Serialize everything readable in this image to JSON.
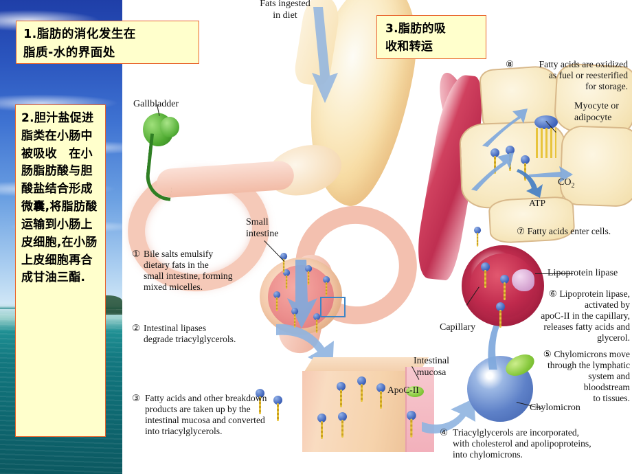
{
  "slide": {
    "title": "Lipid digestion and absorption overview slide",
    "accent_border": "#E8622A",
    "callout_bg": "#FFFFCC",
    "annotation_color": "#3d85c6"
  },
  "callouts": [
    {
      "id": "callout-1",
      "line1": "1.脂肪的消化发生在",
      "line2": "脂质-水的界面处"
    },
    {
      "id": "callout-2",
      "text": "2.胆汁盐促进脂类在小肠中被吸收　在小肠脂肪酸与胆酸盐结合形成微囊,将脂肪酸运输到小肠上皮细胞,在小肠上皮细胞再合成甘油三酯."
    },
    {
      "id": "callout-3",
      "line1": "3.脂肪的吸",
      "line2": "收和转运"
    }
  ],
  "figure": {
    "top_label": {
      "line1": "Fats ingested",
      "line2": "in diet"
    },
    "labels": {
      "gallbladder": "Gallbladder",
      "small_intestine_l1": "Small",
      "small_intestine_l2": "intestine",
      "myocyte_l1": "Myocyte or",
      "myocyte_l2": "adipocyte",
      "co2": "CO2",
      "atp": "ATP",
      "lipoprotein_lipase": "Lipoprotein lipase",
      "capillary": "Capillary",
      "intestinal_mucosa_l1": "Intestinal",
      "intestinal_mucosa_l2": "mucosa",
      "apoc2": "ApoC-II",
      "chylomicron": "Chylomicron"
    },
    "steps": [
      {
        "num": "①",
        "lines": [
          "Bile salts emulsify",
          "dietary fats in the",
          "small intestine, forming",
          "mixed micelles."
        ]
      },
      {
        "num": "②",
        "lines": [
          "Intestinal lipases",
          "degrade triacylglycerols."
        ]
      },
      {
        "num": "③",
        "lines": [
          "Fatty acids and other breakdown",
          "products are taken up by the",
          "intestinal mucosa and converted",
          "into triacylglycerols."
        ]
      },
      {
        "num": "④",
        "lines": [
          "Triacylglycerols are incorporated,",
          "with cholesterol and apolipoproteins,",
          "into chylomicrons."
        ]
      },
      {
        "num": "⑤",
        "lines": [
          "Chylomicrons move",
          "through the lymphatic",
          "system and",
          "bloodstream",
          "to tissues."
        ]
      },
      {
        "num": "⑥",
        "lines": [
          "Lipoprotein lipase,",
          "activated by",
          "apoC-II in the capillary,",
          "releases fatty acids and",
          "glycerol."
        ]
      },
      {
        "num": "⑦",
        "lines": [
          "Fatty acids enter cells."
        ]
      },
      {
        "num": "⑧",
        "lines": [
          "Fatty acids are oxidized",
          "as fuel or reesterified",
          "for storage."
        ]
      }
    ]
  }
}
